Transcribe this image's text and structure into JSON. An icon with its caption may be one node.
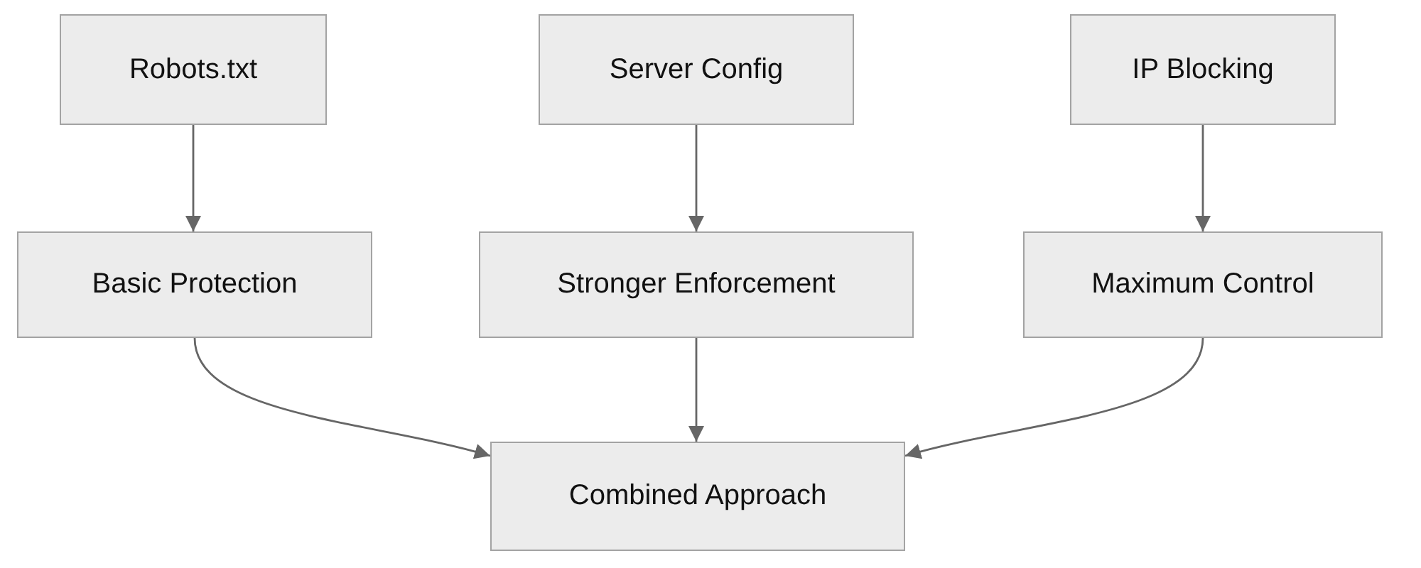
{
  "diagram": {
    "nodes": [
      {
        "text": [
          "Robots.txt"
        ]
      },
      {
        "text": [
          "Server Config"
        ]
      },
      {
        "text": [
          "IP Blocking"
        ]
      },
      {
        "text": [
          "Basic Protection"
        ]
      },
      {
        "text": [
          "Stronger Enforcement"
        ]
      },
      {
        "text": [
          "Maximum Control"
        ]
      },
      {
        "text": [
          "Combined Approach"
        ]
      }
    ],
    "edges": [
      {
        "from": 0,
        "to": 3,
        "arrow": "to"
      },
      {
        "from": 1,
        "to": 4,
        "arrow": "to"
      },
      {
        "from": 2,
        "to": 5,
        "arrow": "to"
      },
      {
        "from": 3,
        "to": 6,
        "arrow": "to"
      },
      {
        "from": 4,
        "to": 6,
        "arrow": "to"
      },
      {
        "from": 5,
        "to": 6,
        "arrow": "to"
      }
    ]
  }
}
